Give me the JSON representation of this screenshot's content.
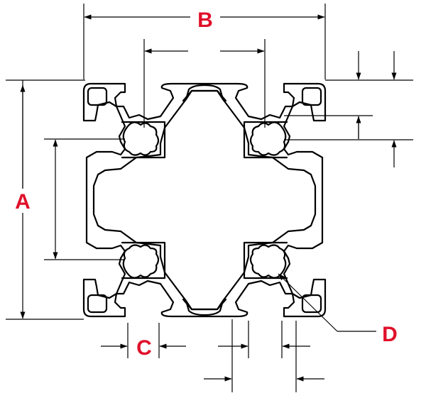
{
  "labels": {
    "a": "A",
    "b": "B",
    "c": "C",
    "d": "D"
  },
  "colors": {
    "label": "#e0102a",
    "line": "#000000",
    "background": "#ffffff"
  }
}
